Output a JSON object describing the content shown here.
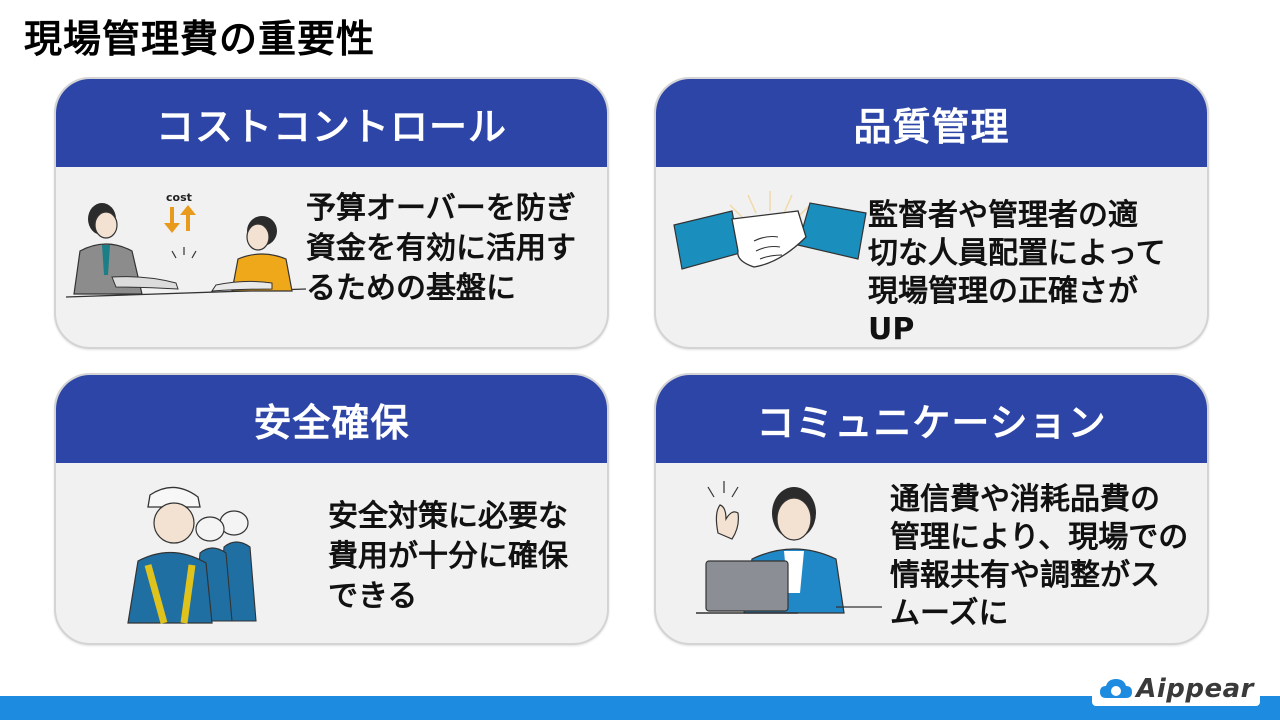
{
  "page": {
    "title": "現場管理費の重要性"
  },
  "cards": [
    {
      "heading": "コストコントロール",
      "lines": [
        "予算オーバーを防ぎ",
        "資金を有効に活用す",
        "るための基盤に"
      ],
      "illustration_label": "cost",
      "icon": "meeting-illustration"
    },
    {
      "heading": "品質管理",
      "lines": [
        "監督者や管理者の適",
        "切な人員配置によって",
        "現場管理の正確さが",
        "UP"
      ],
      "icon": "handshake-illustration"
    },
    {
      "heading": "安全確保",
      "lines": [
        "安全対策に必要な",
        "費用が十分に確保",
        "できる"
      ],
      "icon": "workers-illustration"
    },
    {
      "heading": "コミュニケーション",
      "lines": [
        "通信費や消耗品費の",
        "管理により、現場での",
        "情報共有や調整がス",
        "ムーズに"
      ],
      "icon": "operator-illustration"
    }
  ],
  "footer": {
    "logo_text": "Aippear",
    "bar_color": "#1d8be0"
  },
  "colors": {
    "card_header": "#2d45a7",
    "card_body": "#f1f1f1"
  }
}
